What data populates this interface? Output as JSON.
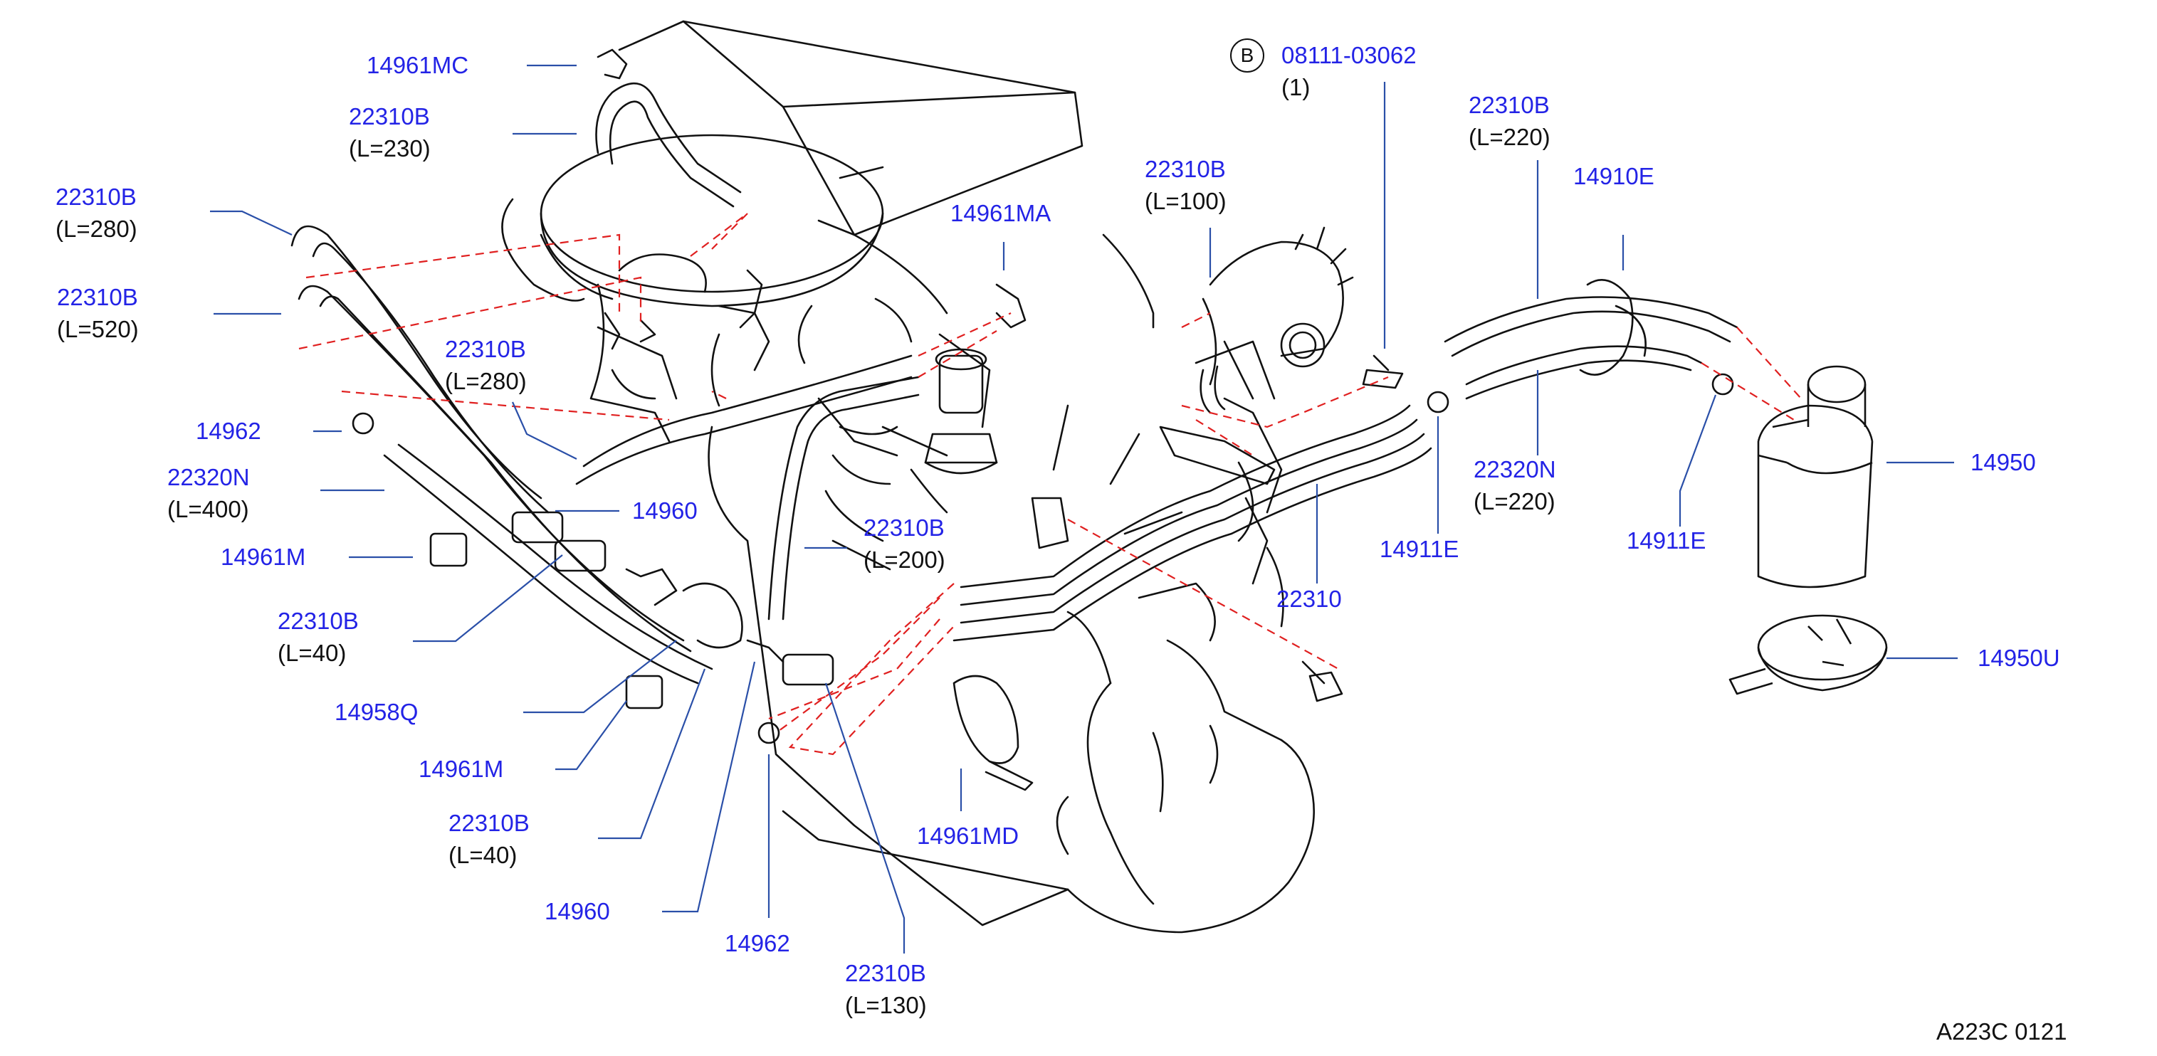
{
  "diagram_code": "A223C 0121",
  "colors": {
    "part_label": "#2323e6",
    "leader": "#2a4fa8",
    "dashed": "#e02020",
    "drawing": "#111111"
  },
  "callouts": [
    {
      "id": "c1",
      "part": "14961MC"
    },
    {
      "id": "c2",
      "part": "22310B",
      "sub": "(L=230)"
    },
    {
      "id": "c3",
      "part": "22310B",
      "sub": "(L=280)"
    },
    {
      "id": "c4",
      "part": "22310B",
      "sub": "(L=520)"
    },
    {
      "id": "c5",
      "part": "22310B",
      "sub": "(L=280)"
    },
    {
      "id": "c6",
      "part": "14962"
    },
    {
      "id": "c7",
      "part": "22320N",
      "sub": "(L=400)"
    },
    {
      "id": "c8",
      "part": "14960"
    },
    {
      "id": "c9",
      "part": "14961M"
    },
    {
      "id": "c10",
      "part": "22310B",
      "sub": "(L=40)"
    },
    {
      "id": "c11",
      "part": "14958Q"
    },
    {
      "id": "c12",
      "part": "14961M"
    },
    {
      "id": "c13",
      "part": "22310B",
      "sub": "(L=40)"
    },
    {
      "id": "c14",
      "part": "14960"
    },
    {
      "id": "c15",
      "part": "14962"
    },
    {
      "id": "c16",
      "part": "22310B",
      "sub": "(L=130)"
    },
    {
      "id": "c17",
      "part": "14961MA"
    },
    {
      "id": "c18",
      "part": "22310B",
      "sub": "(L=200)"
    },
    {
      "id": "c19",
      "part": "14961MD"
    },
    {
      "id": "c20",
      "part": "22310B",
      "sub": "(L=100)"
    },
    {
      "id": "c21",
      "part": "08111-03062",
      "sub": "(1)",
      "badge": "B"
    },
    {
      "id": "c22",
      "part": "22310B",
      "sub": "(L=220)"
    },
    {
      "id": "c23",
      "part": "14910E"
    },
    {
      "id": "c24",
      "part": "22320N",
      "sub": "(L=220)"
    },
    {
      "id": "c25",
      "part": "14911E"
    },
    {
      "id": "c26",
      "part": "14911E"
    },
    {
      "id": "c27",
      "part": "22310"
    },
    {
      "id": "c28",
      "part": "14950"
    },
    {
      "id": "c29",
      "part": "14950U"
    }
  ]
}
